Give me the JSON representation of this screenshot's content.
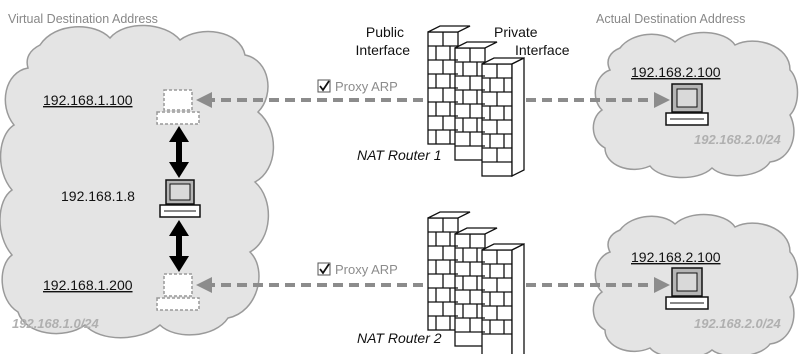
{
  "headers": {
    "virtual": "Virtual Destination Address",
    "actual": "Actual Destination Address"
  },
  "interfaces": {
    "public_line1": "Public",
    "public_line2": "Interface",
    "private_line1": "Private",
    "private_line2": "Interface"
  },
  "routers": [
    {
      "label": "NAT Router 1",
      "proxy_arp_label": "Proxy ARP",
      "proxy_arp_checked": true
    },
    {
      "label": "NAT Router 2",
      "proxy_arp_label": "Proxy ARP",
      "proxy_arp_checked": true
    }
  ],
  "left_network": {
    "subnet": "192.168.1.0/24",
    "virtual_host_1": "192.168.1.100",
    "real_host": "192.168.1.8",
    "virtual_host_2": "192.168.1.200"
  },
  "right_networks": [
    {
      "host": "192.168.2.100",
      "subnet": "192.168.2.0/24"
    },
    {
      "host": "192.168.2.100",
      "subnet": "192.168.2.0/24"
    }
  ],
  "colors": {
    "cloud_fill": "#e4e4e4",
    "cloud_stroke": "#9a9a9a",
    "dashed_arrow": "#8c8c8c",
    "subnet_text": "#b0b0b0",
    "label_text": "#111111",
    "header_text": "#888888"
  }
}
